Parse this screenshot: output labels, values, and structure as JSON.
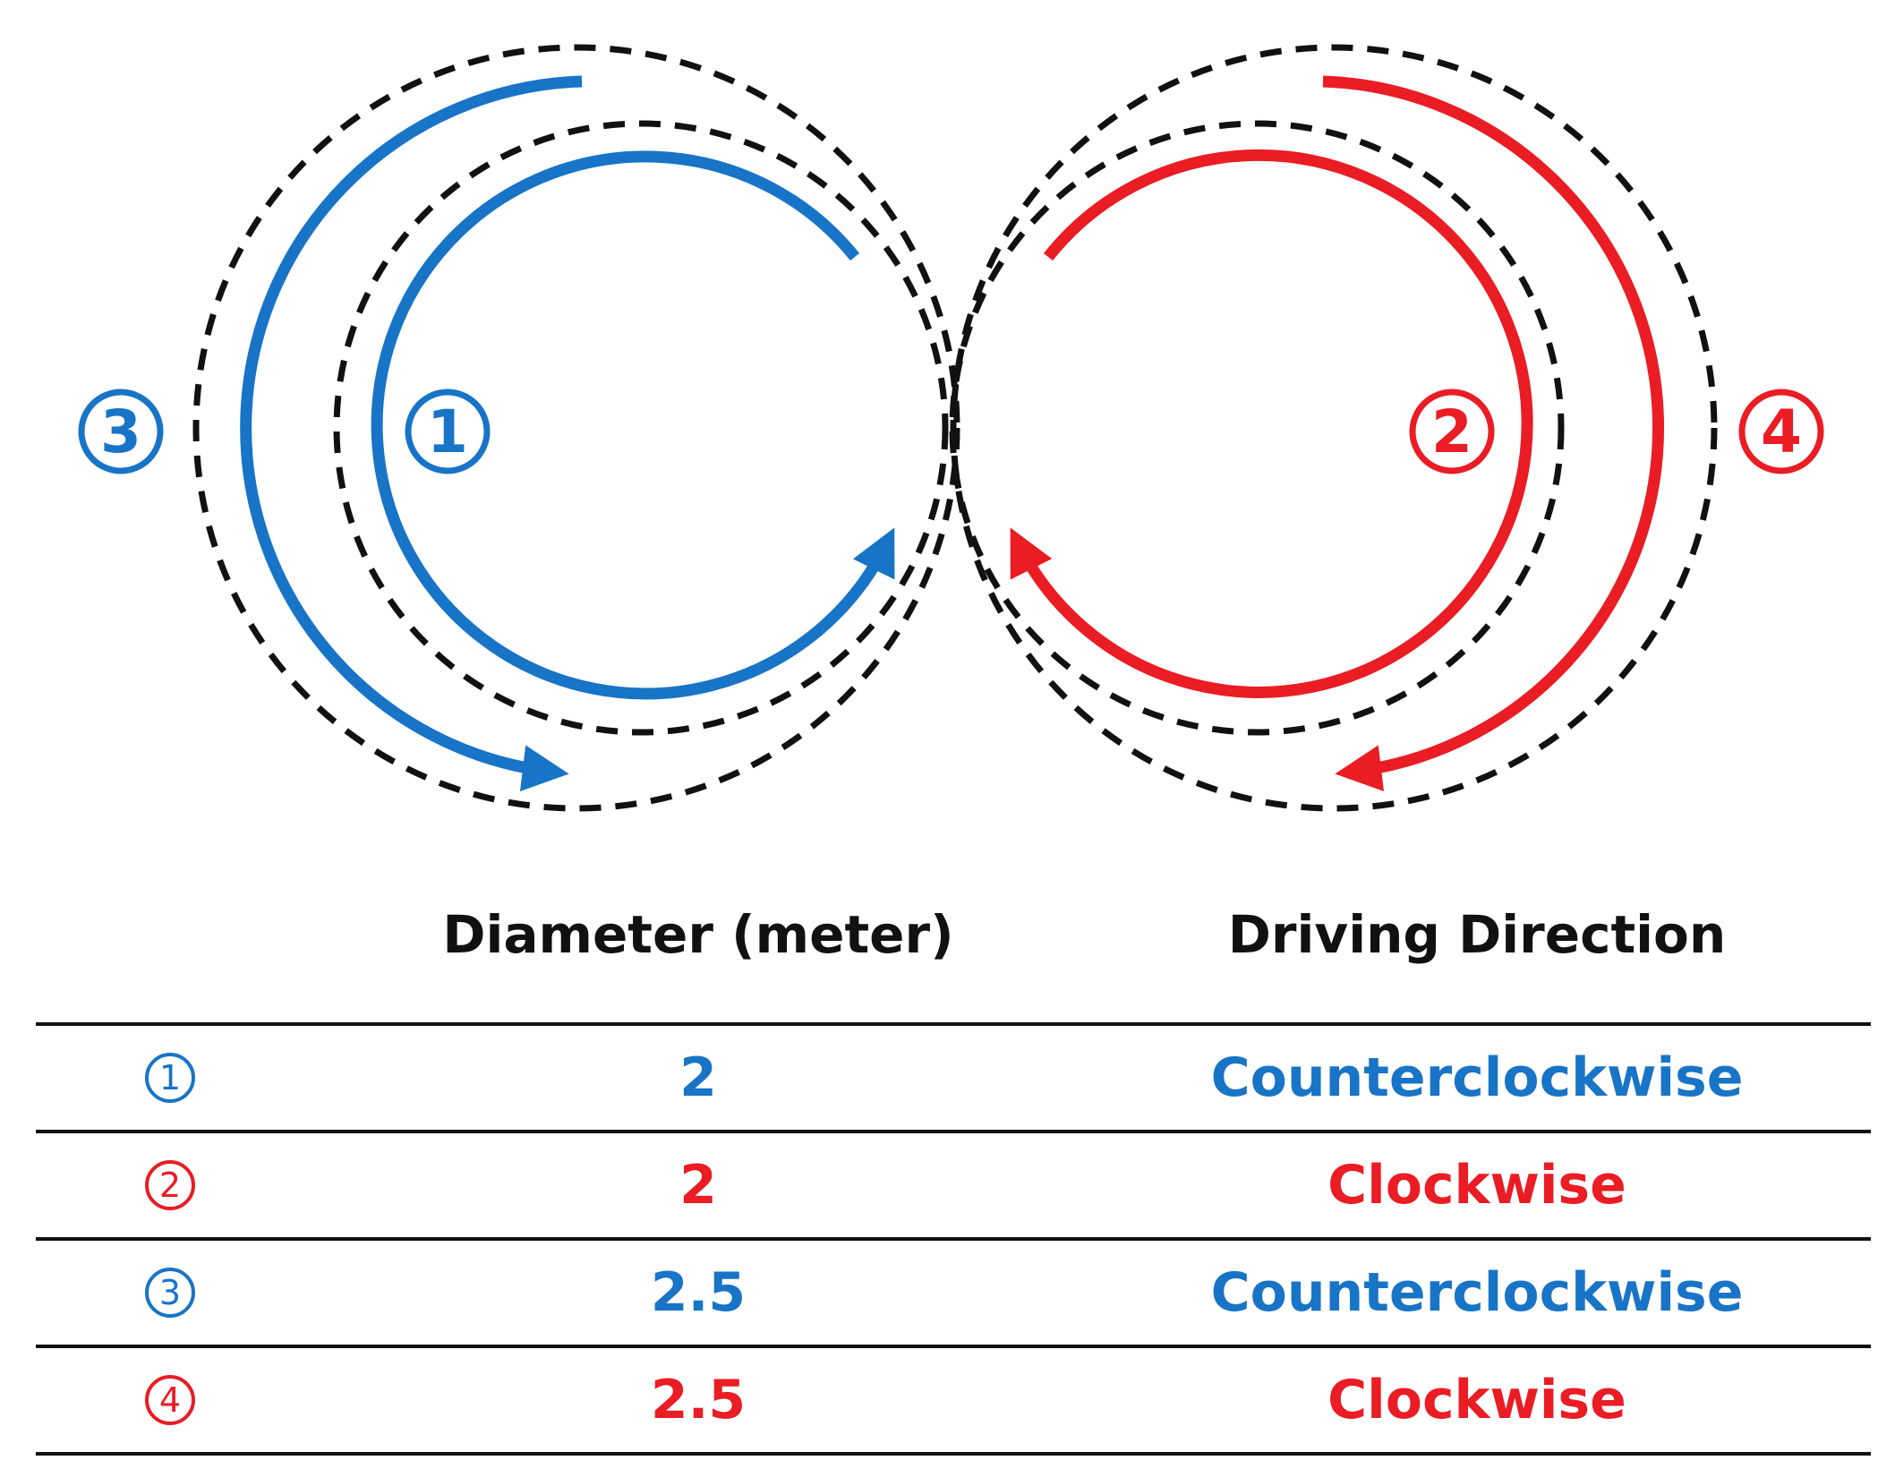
{
  "colors": {
    "counterclockwise": "#1874c6",
    "clockwise": "#ea1c24",
    "dashed": "#111111",
    "text": "#111111"
  },
  "paths": [
    {
      "id": "1",
      "label": "1",
      "diameter": "2",
      "direction": "Counterclockwise",
      "color": "#1874c6",
      "ring": "inner",
      "side": "left"
    },
    {
      "id": "2",
      "label": "2",
      "diameter": "2",
      "direction": "Clockwise",
      "color": "#ea1c24",
      "ring": "inner",
      "side": "right"
    },
    {
      "id": "3",
      "label": "3",
      "diameter": "2.5",
      "direction": "Counterclockwise",
      "color": "#1874c6",
      "ring": "outer",
      "side": "left"
    },
    {
      "id": "4",
      "label": "4",
      "diameter": "2.5",
      "direction": "Clockwise",
      "color": "#ea1c24",
      "ring": "outer",
      "side": "right"
    }
  ],
  "table": {
    "headers": {
      "id": "",
      "diameter": "Diameter (meter)",
      "direction": "Driving Direction"
    },
    "rows": [
      {
        "id": "1",
        "diameter": "2",
        "direction": "Counterclockwise",
        "color": "#1874c6"
      },
      {
        "id": "2",
        "diameter": "2",
        "direction": "Clockwise",
        "color": "#ea1c24"
      },
      {
        "id": "3",
        "diameter": "2.5",
        "direction": "Counterclockwise",
        "color": "#1874c6"
      },
      {
        "id": "4",
        "diameter": "2.5",
        "direction": "Clockwise",
        "color": "#ea1c24"
      }
    ]
  }
}
